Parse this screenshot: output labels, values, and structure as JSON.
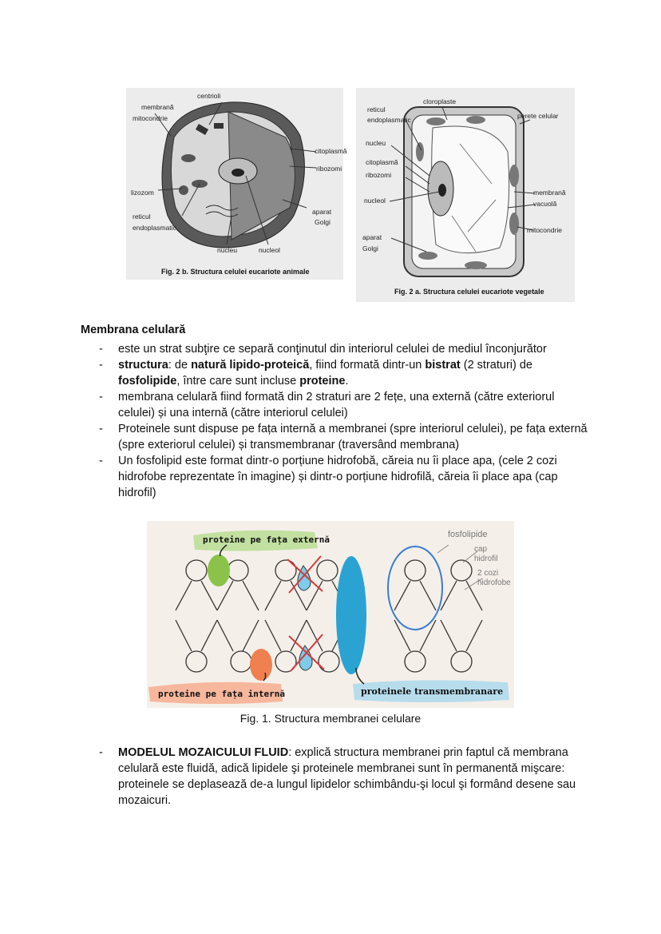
{
  "figure_animal": {
    "labels": {
      "centrioli": "centrioli",
      "membrana": "membrană",
      "mitocondrie": "mitocondrie",
      "citoplasma": "citoplasmă",
      "ribozomi": "ribozomi",
      "lizozom": "lizozom",
      "reticul": "reticul",
      "endoplasmatic": "endoplasmatic",
      "aparat": "aparat",
      "golgi": "Golgi",
      "nucleu": "nucleu",
      "nucleol": "nucleol"
    },
    "caption": "Fig. 2 b. Structura celulei eucariote animale"
  },
  "figure_plant": {
    "labels": {
      "cloroplaste": "cloroplaste",
      "reticul": "reticul",
      "endoplasmatic": "endoplasmatic",
      "perete": "perete celular",
      "nucleu": "nucleu",
      "citoplasma": "citoplasmă",
      "ribozomi": "ribozomi",
      "nucleol": "nucleol",
      "membrana": "membrană",
      "vacuola": "vacuolă",
      "aparat": "aparat",
      "golgi": "Golgi",
      "mitocondrie": "mitocondrie"
    },
    "caption": "Fig. 2 a. Structura celulei eucariote vegetale"
  },
  "section": {
    "title": "Membrana celulară",
    "bullets": [
      "este un strat subţire ce separă conţinutul din interiorul celulei de mediul înconjurător",
      "",
      "membrana celulară fiind formată din 2 straturi are 2 fețe, una externă (către exteriorul celulei) și una internă (către interiorul celulei)",
      "Proteinele sunt dispuse pe fața internă a membranei (spre interiorul celulei), pe fața externă (spre exteriorul celulei) și transmembranar (traversând membrana)",
      "Un fosfolipid este format dintr-o porțiune hidrofobă, căreia nu îi place apa, (cele 2 cozi hidrofobe reprezentate în imagine) și dintr-o porțiune hidrofilă, căreia îi place apa (cap hidrofil)"
    ],
    "structura": {
      "b1": "structura",
      "t1": ": de ",
      "b2": "natură lipido-proteică",
      "t2": ", fiind formată dintr-un ",
      "b3": "bistrat",
      "t3": " (2 straturi) de ",
      "b4": "fosfolipide",
      "t4": ", între care sunt incluse ",
      "b5": "proteine",
      "t5": "."
    }
  },
  "membrane_figure": {
    "label_external": "proteine pe fața externă",
    "label_internal": "proteine pe fața internă",
    "label_transmembrane": "proteinele transmembranare",
    "label_fosfolipide": "fosfolipide",
    "label_cap": "cap",
    "label_hidrofil": "hidrofil",
    "label_cozi": "2 cozi",
    "label_hidrofobe": "hidrofobe",
    "caption": "Fig. 1. Structura membranei celulare",
    "colors": {
      "green": "#8bc34a",
      "orange": "#f08050",
      "blue": "#2aa3d3",
      "lightblue": "#7ecbea",
      "red": "#d63a3a"
    }
  },
  "mozaic": {
    "bold": "MODELUL MOZAICULUI FLUID",
    "text": ": explică structura membranei prin faptul că membrana celulară este fluidă, adică lipidele şi proteinele membranei sunt în permanentă mişcare: proteinele se deplasează de-a lungul lipidelor schimbându-şi locul şi formând desene sau mozaicuri."
  }
}
